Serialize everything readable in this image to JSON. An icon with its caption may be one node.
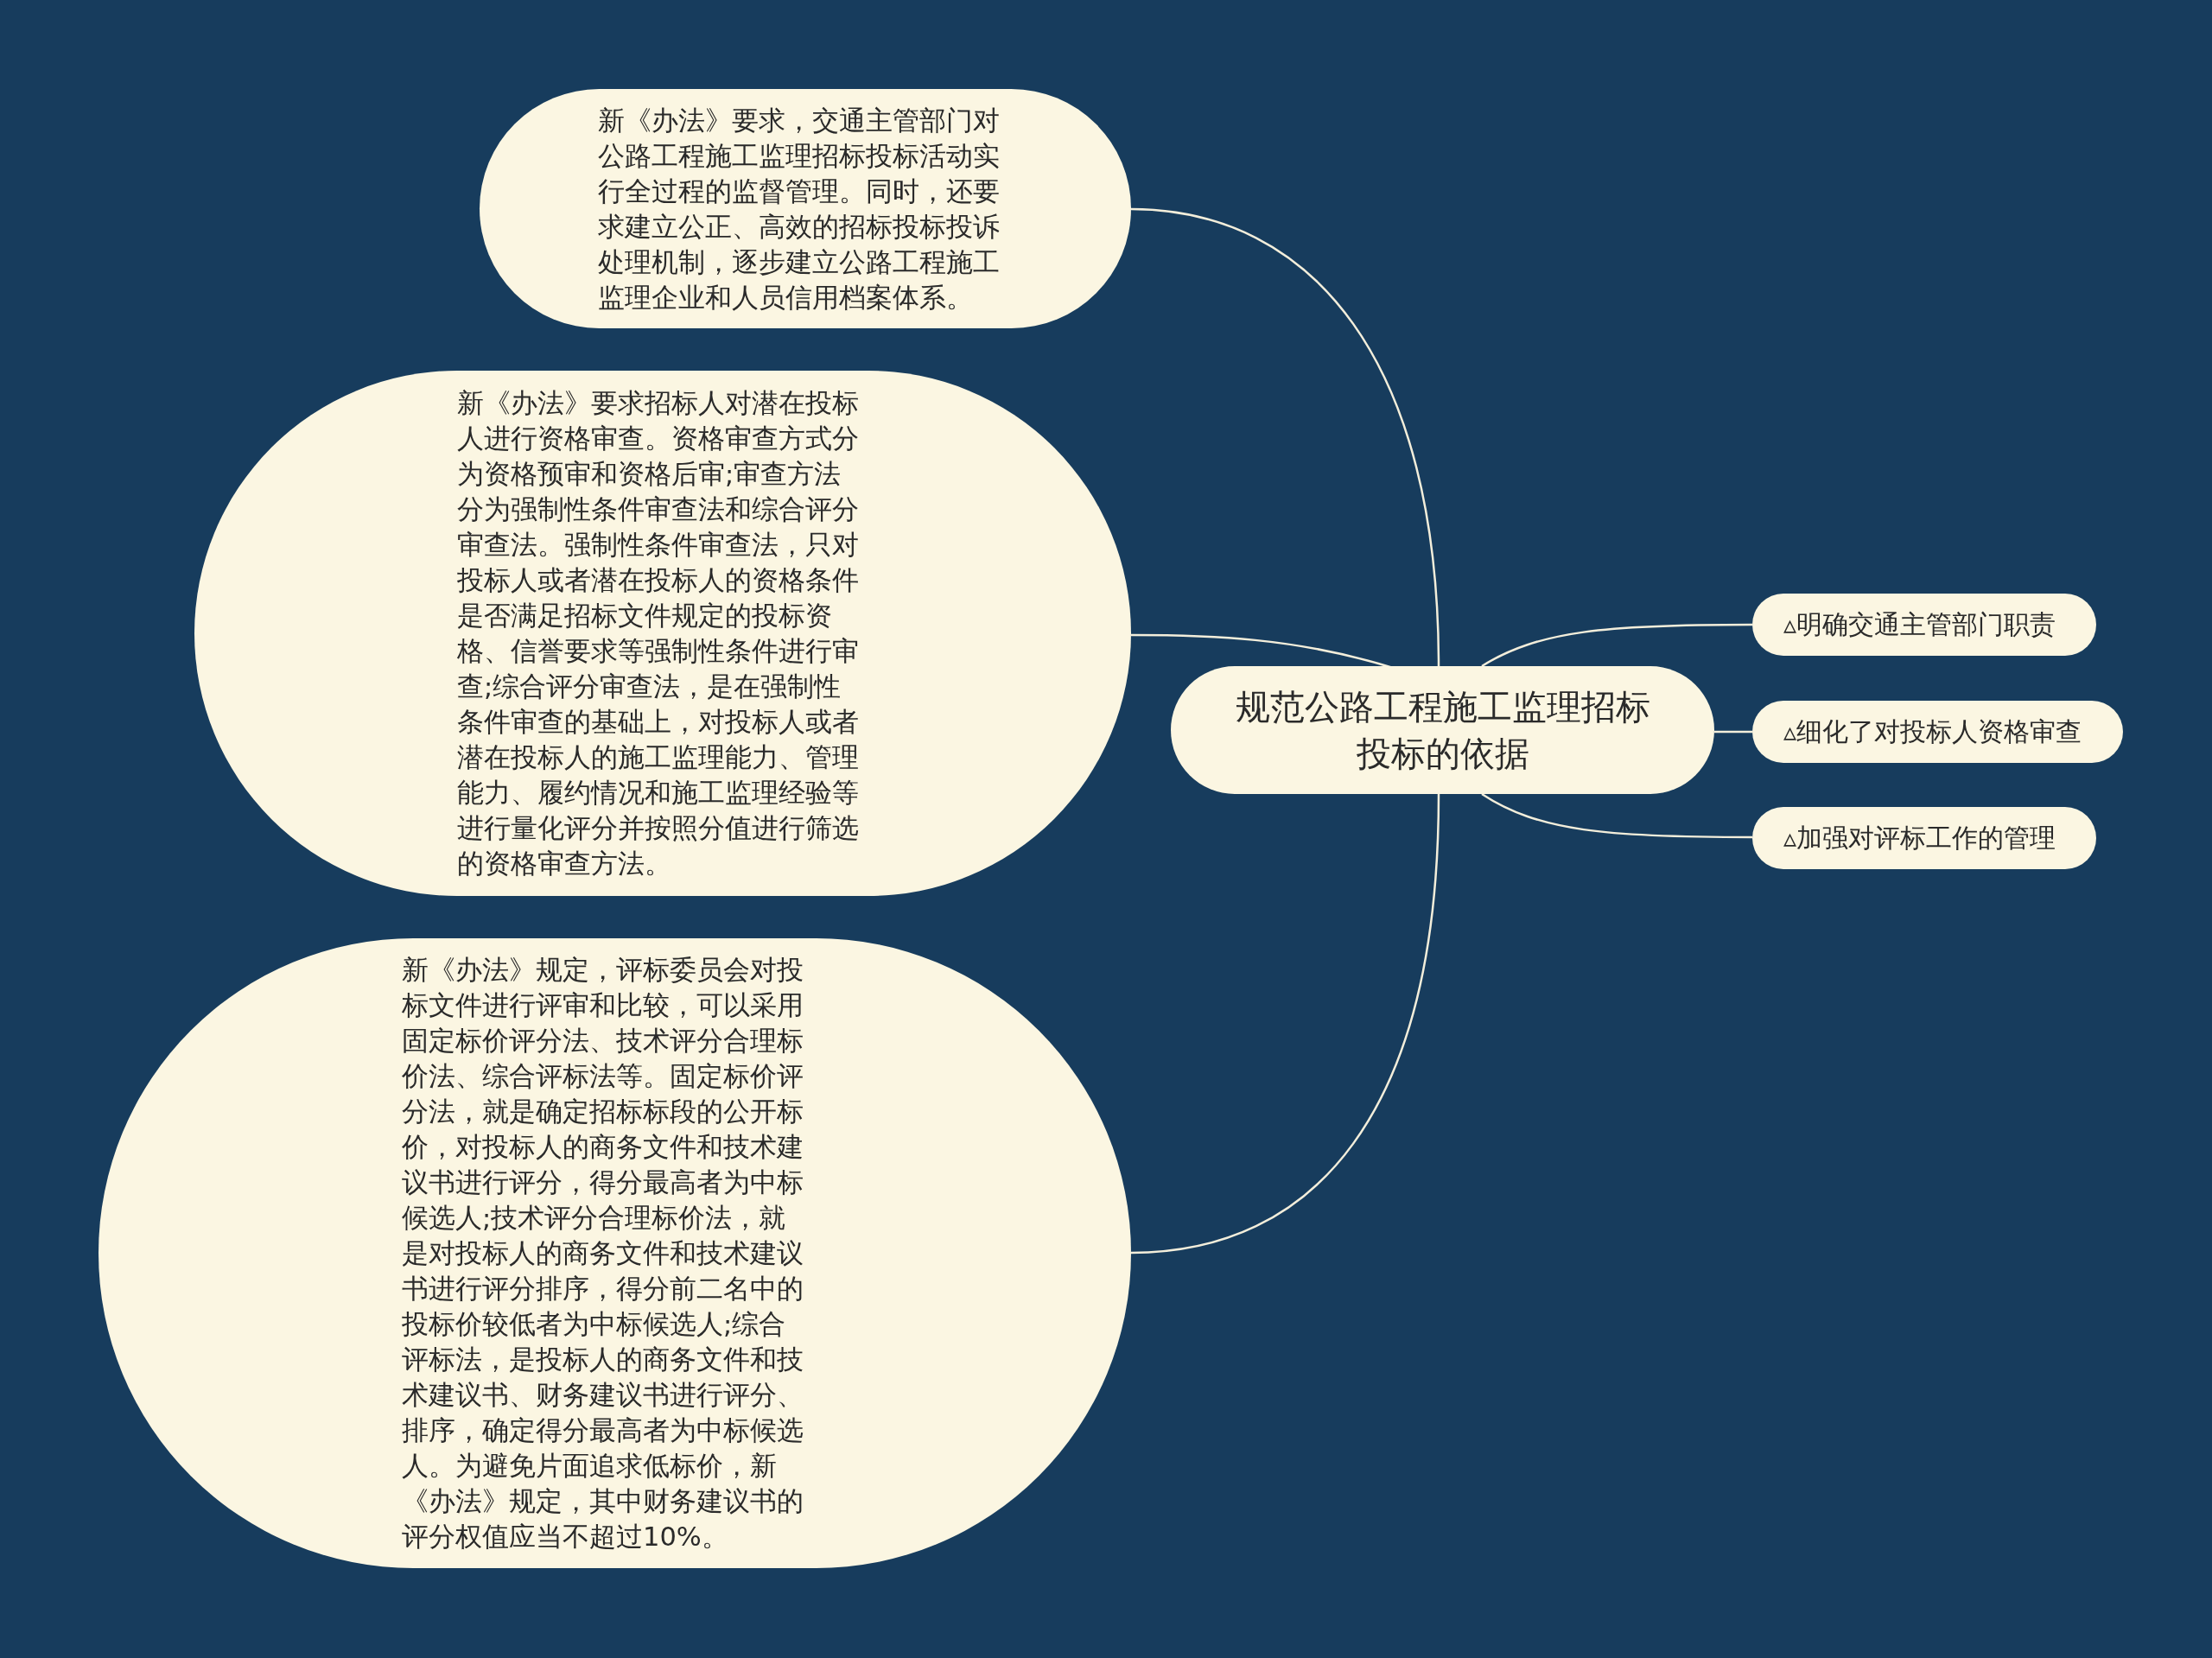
{
  "diagram": {
    "nodes": [
      {
        "text": [
          "规范公路工程施工监理招标投标的依据"
        ]
      },
      {
        "text": [
          "新《办法》要求，交通主管部门对公路工程施工监理招标投标活动实行全过程的监督管理。同时，还要求建立公正、高效的招标投标投诉处理机制，逐步建立公路工程施工监理企业和人员信用档案体系。"
        ]
      },
      {
        "text": [
          "新《办法》要求招标人对潜在投标人进行资格审查。资格审查方式分为资格预审和资格后审;审查方法分为强制性条件审查法和综合评分审查法。强制性条件审查法，只对投标人或者潜在投标人的资格条件是否满足招标文件规定的投标资格、信誉要求等强制性条件进行审查;综合评分审查法，是在强制性条件审查的基础上，对投标人或者潜在投标人的施工监理能力、管理能力、履约情况和施工监理经验等进行量化评分并按照分值进行筛选的资格审查方法。"
        ]
      },
      {
        "text": [
          "新《办法》规定，评标委员会对投标文件进行评审和比较，可以采用固定标价评分法、技术评分合理标价法、综合评标法等。固定标价评分法，就是确定招标标段的公开标价，对投标人的商务文件和技术建议书进行评分，得分最高者为中标候选人;技术评分合理标价法，就是对投标人的商务文件和技术建议书进行评分排序，得分前二名中的投标价较低者为中标候选人;综合评标法，是投标人的商务文件和技术建议书、财务建议书进行评分、排序，确定得分最高者为中标候选人。为避免片面追求低标价，新《办法》规定，其中财务建议书的评分权值应当不超过10%。"
        ]
      },
      {
        "text": [
          "▵明确交通主管部门职责"
        ]
      },
      {
        "text": [
          "▵细化了对投标人资格审查"
        ]
      },
      {
        "text": [
          "▵加强对评标工作的管理"
        ]
      }
    ],
    "edges": [
      {
        "from": 0,
        "to": 1,
        "arrow": "none"
      },
      {
        "from": 0,
        "to": 2,
        "arrow": "none"
      },
      {
        "from": 0,
        "to": 3,
        "arrow": "none"
      },
      {
        "from": 0,
        "to": 4,
        "arrow": "none"
      },
      {
        "from": 0,
        "to": 5,
        "arrow": "none"
      },
      {
        "from": 0,
        "to": 6,
        "arrow": "none"
      }
    ]
  }
}
